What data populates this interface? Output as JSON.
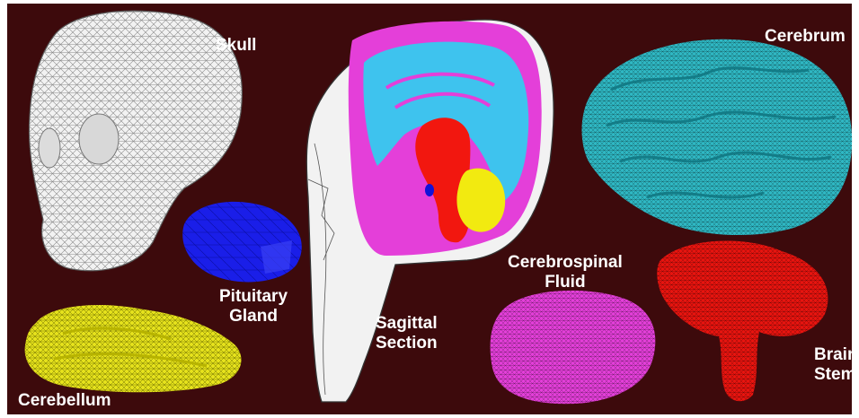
{
  "figure": {
    "background_color": "#3d0a0c",
    "labels": {
      "skull": "Skull",
      "cerebrum": "Cerebrum",
      "pituitary": [
        "Pituitary",
        "Gland"
      ],
      "sagittal": [
        "Sagittal",
        "Section"
      ],
      "csf": [
        "Cerebrospinal",
        "Fluid"
      ],
      "brainstem": [
        "Brain",
        "Stem"
      ],
      "cerebellum": "Cerebellum"
    },
    "parts": [
      {
        "name": "skull",
        "color": "#ffffff"
      },
      {
        "name": "cerebrum",
        "color": "#2fb8c4"
      },
      {
        "name": "pituitary-gland",
        "color": "#1a1ee8"
      },
      {
        "name": "cerebrospinal-fluid",
        "color": "#e43fd9"
      },
      {
        "name": "brain-stem",
        "color": "#e8140f"
      },
      {
        "name": "cerebellum",
        "color": "#e6e21c"
      },
      {
        "name": "sagittal-section",
        "colors": [
          "#f2f2f2",
          "#e43fd9",
          "#3ec3ee",
          "#f2170f",
          "#f2ea10",
          "#1212d8"
        ]
      }
    ]
  }
}
